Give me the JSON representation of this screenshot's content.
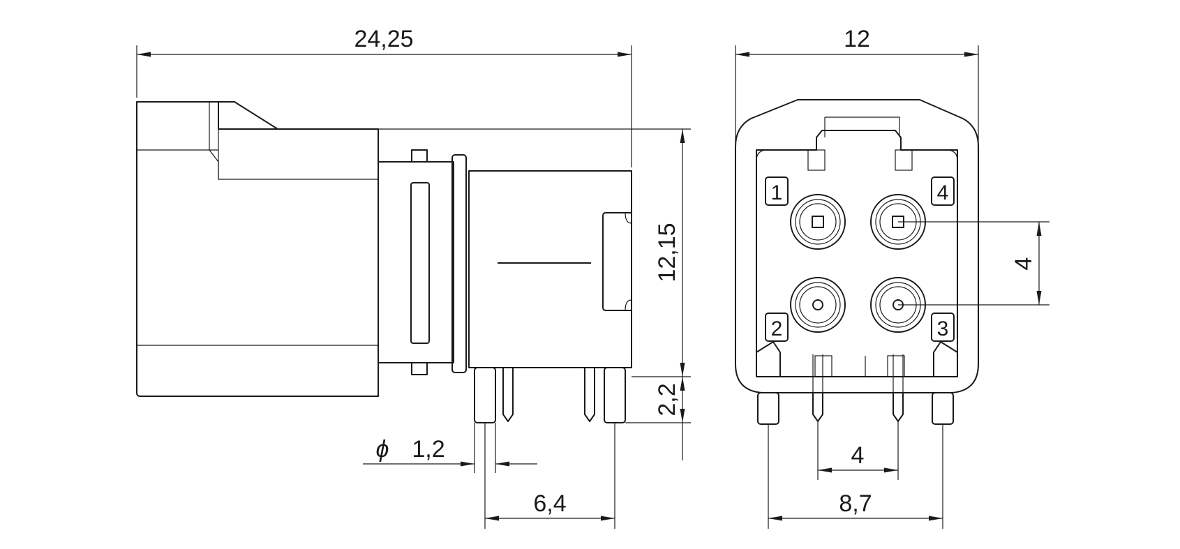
{
  "dimensions": {
    "overall_length": "24,25",
    "overall_width": "12",
    "height": "12,15",
    "pin_length": "2,2",
    "pin_diameter_symbol": "ϕ",
    "pin_diameter": "1,2",
    "side_pin_spacing": "6,4",
    "contact_spacing_vertical": "4",
    "contact_spacing_horizontal": "4",
    "front_pin_spacing": "8,7"
  },
  "contact_numbers": [
    "1",
    "2",
    "3",
    "4"
  ]
}
